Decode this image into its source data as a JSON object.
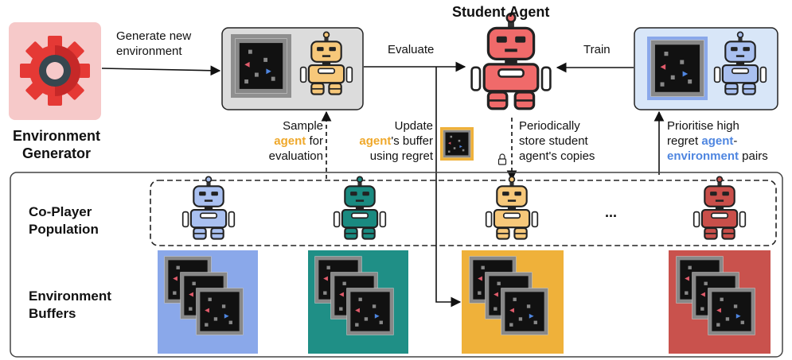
{
  "generator": {
    "label_line1": "Environment",
    "label_line2": "Generator"
  },
  "student": {
    "title": "Student Agent"
  },
  "arrows": {
    "generate_line1": "Generate new",
    "generate_line2": "environment",
    "evaluate": "Evaluate",
    "train": "Train"
  },
  "annotations": {
    "sample_line1": "Sample",
    "sample_line2_hl": "agent",
    "sample_line2_rest": " for",
    "sample_line3": "evaluation",
    "update_line1": "Update",
    "update_line2_hl": "agent",
    "update_line2_rest": "'s buffer",
    "update_line3": "using regret",
    "store_line1": "Periodically",
    "store_line2": "store student",
    "store_line3": "agent's copies",
    "prioritise_line1": "Prioritise high",
    "prioritise_line2_pre": "regret ",
    "prioritise_line2_hl": "agent",
    "prioritise_line2_post": "-",
    "prioritise_line3_hl": "environment",
    "prioritise_line3_post": " pairs"
  },
  "sections": {
    "coplayer_line1": "Co-Player",
    "coplayer_line2": "Population",
    "buffers_line1": "Environment",
    "buffers_line2": "Buffers",
    "ellipsis": "..."
  },
  "colors": {
    "blue_agent": "#a9c0f0",
    "teal_agent": "#1a8a80",
    "orange_agent": "#f7c87a",
    "red_agent": "#c94f4a",
    "student_red": "#f06a6a",
    "buffer_blue": "#8aa8ea",
    "buffer_teal": "#1f8f86",
    "buffer_orange": "#efb13a",
    "buffer_red": "#c9524d",
    "gear_red": "#e53935",
    "gear_bg": "#f6c9c9"
  }
}
